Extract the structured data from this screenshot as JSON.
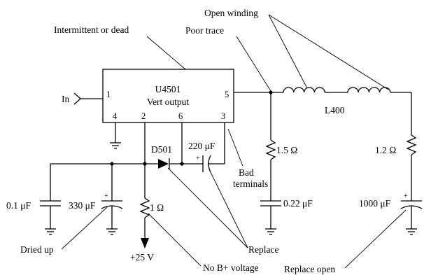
{
  "chip": {
    "name": "U4501",
    "function": "Vert output",
    "pins": {
      "in": "1",
      "out": "5",
      "gnd": "4",
      "supply": "2",
      "boost": "6",
      "aux": "3"
    }
  },
  "signals": {
    "input": "In",
    "supply": "+25 V"
  },
  "components": {
    "c_in": "0.1 μF",
    "c_filter": "330 μF",
    "resistor_supply": "1 Ω",
    "diode": "D501",
    "c_boost": "220 μF",
    "resistor_a": "1.5 Ω",
    "c_a": "0.22 μF",
    "inductor": "L400",
    "resistor_b": "1.2 Ω",
    "c_out": "1000 μF",
    "polarity_mark": "+"
  },
  "annotations": {
    "intermittent": "Intermittent or dead",
    "poor_trace": "Poor trace",
    "open_winding": "Open winding",
    "bad_terminals_1": "Bad",
    "bad_terminals_2": "terminals",
    "dried_up": "Dried up",
    "replace": "Replace",
    "no_b_plus": "No B+ voltage",
    "replace_open": "Replace open"
  }
}
